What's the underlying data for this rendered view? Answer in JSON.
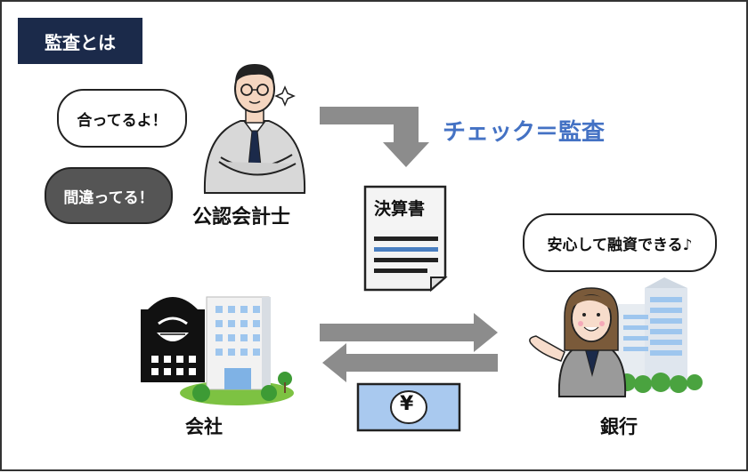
{
  "title": "監査とは",
  "bubbles": {
    "ok": "合ってるよ！",
    "ng": "間違ってる！",
    "bank": "安心して融資できる♪"
  },
  "labels": {
    "accountant": "公認会計士",
    "check": "チェック＝監査",
    "document": "決算書",
    "company": "会社",
    "bank": "銀行",
    "yen": "¥"
  },
  "colors": {
    "title_bg": "#1b2a4a",
    "check_text": "#4472c4",
    "arrow": "#8c8c8c",
    "money": "#a9c9ef"
  },
  "icons": [
    "accountant-icon",
    "sparkle-icon",
    "document-icon",
    "company-building-icon",
    "villain-icon",
    "bank-building-icon",
    "banker-icon",
    "money-note-icon"
  ]
}
